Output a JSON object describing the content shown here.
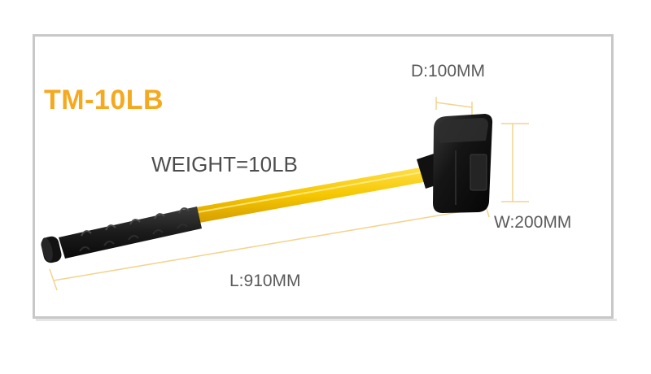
{
  "product": {
    "model": "TM-10LB",
    "weight_label": "WEIGHT=10LB",
    "model_color": "#f4a91f"
  },
  "dimensions": {
    "head_depth": "D:100MM",
    "head_width": "W:200MM",
    "length": "L:910MM"
  },
  "colors": {
    "handle": "#f5c600",
    "grip": "#1f1f1f",
    "head": "#151515",
    "frame": "#c8c8c8",
    "dimension_lines": "#f3d38e"
  }
}
